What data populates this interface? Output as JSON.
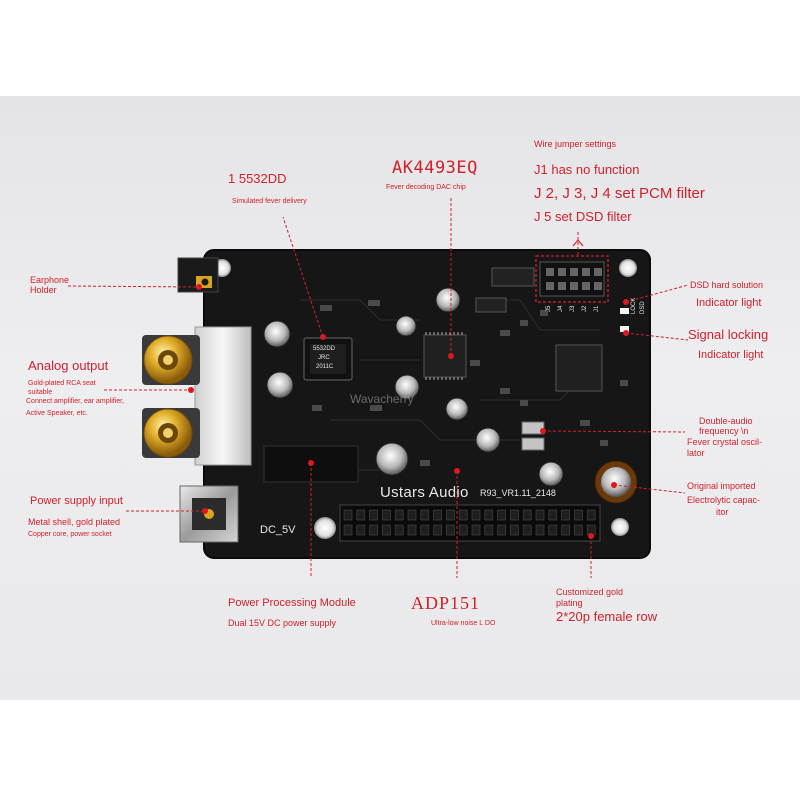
{
  "colors": {
    "label": "#d0212a",
    "pcb": "#161617",
    "silkscreen": "#e8e8e8",
    "gold": "#d9a521",
    "background": "#ebebed"
  },
  "labels": {
    "wire_jumper_title": "Wire jumper settings",
    "j1": "J1 has no function",
    "j234": "J 2, J 3, J 4 set PCM filter",
    "j5": "J 5 set DSD filter",
    "ak4493_name": "AK4493EQ",
    "ak4493_desc": "Fever decoding DAC chip",
    "op5532_name": "1 5532DD",
    "op5532_desc": "Simulated fever delivery",
    "earphone": "Earphone\nHolder",
    "analog_title": "Analog output",
    "analog_desc1": "Gold-plated RCA seat",
    "analog_desc2": "suitable",
    "analog_desc3": "Connect amplifier, ear amplifier,",
    "analog_desc4": "Active Speaker, etc.",
    "power_input_title": "Power supply input",
    "power_input_desc1": "Metal shell, gold plated",
    "power_input_desc2": "Copper core, power socket",
    "power_module_title": "Power Processing Module",
    "power_module_desc": "Dual 15V DC power supply",
    "adp151_name": "ADP151",
    "adp151_desc": "Ultra-low noise L DO",
    "customized1": "Customized gold",
    "customized2": "plating",
    "female_row": "2*20p female row",
    "dsd_title": "DSD hard solution",
    "dsd_desc": "Indicator light",
    "signal_title": "Signal locking",
    "signal_desc": "Indicator light",
    "crystal1": "Double-audio",
    "crystal2": "frequency \\n",
    "crystal3": "Fever crystal oscil-",
    "crystal4": "lator",
    "cap1": "Original imported",
    "cap2": "Electrolytic capac-",
    "cap3": "itor"
  },
  "board": {
    "brand": "Ustars Audio",
    "model": "R93_VR1.11_2148",
    "dc_label": "DC_5V",
    "jumpers": [
      "J5",
      "J4",
      "J3",
      "J2",
      "J1"
    ],
    "lock": "LOCK",
    "dsd": "DSD",
    "chip_marking1": "5532DD",
    "chip_marking2": "JRC",
    "chip_marking3": "2011C"
  },
  "watermark": "Wavacherry"
}
